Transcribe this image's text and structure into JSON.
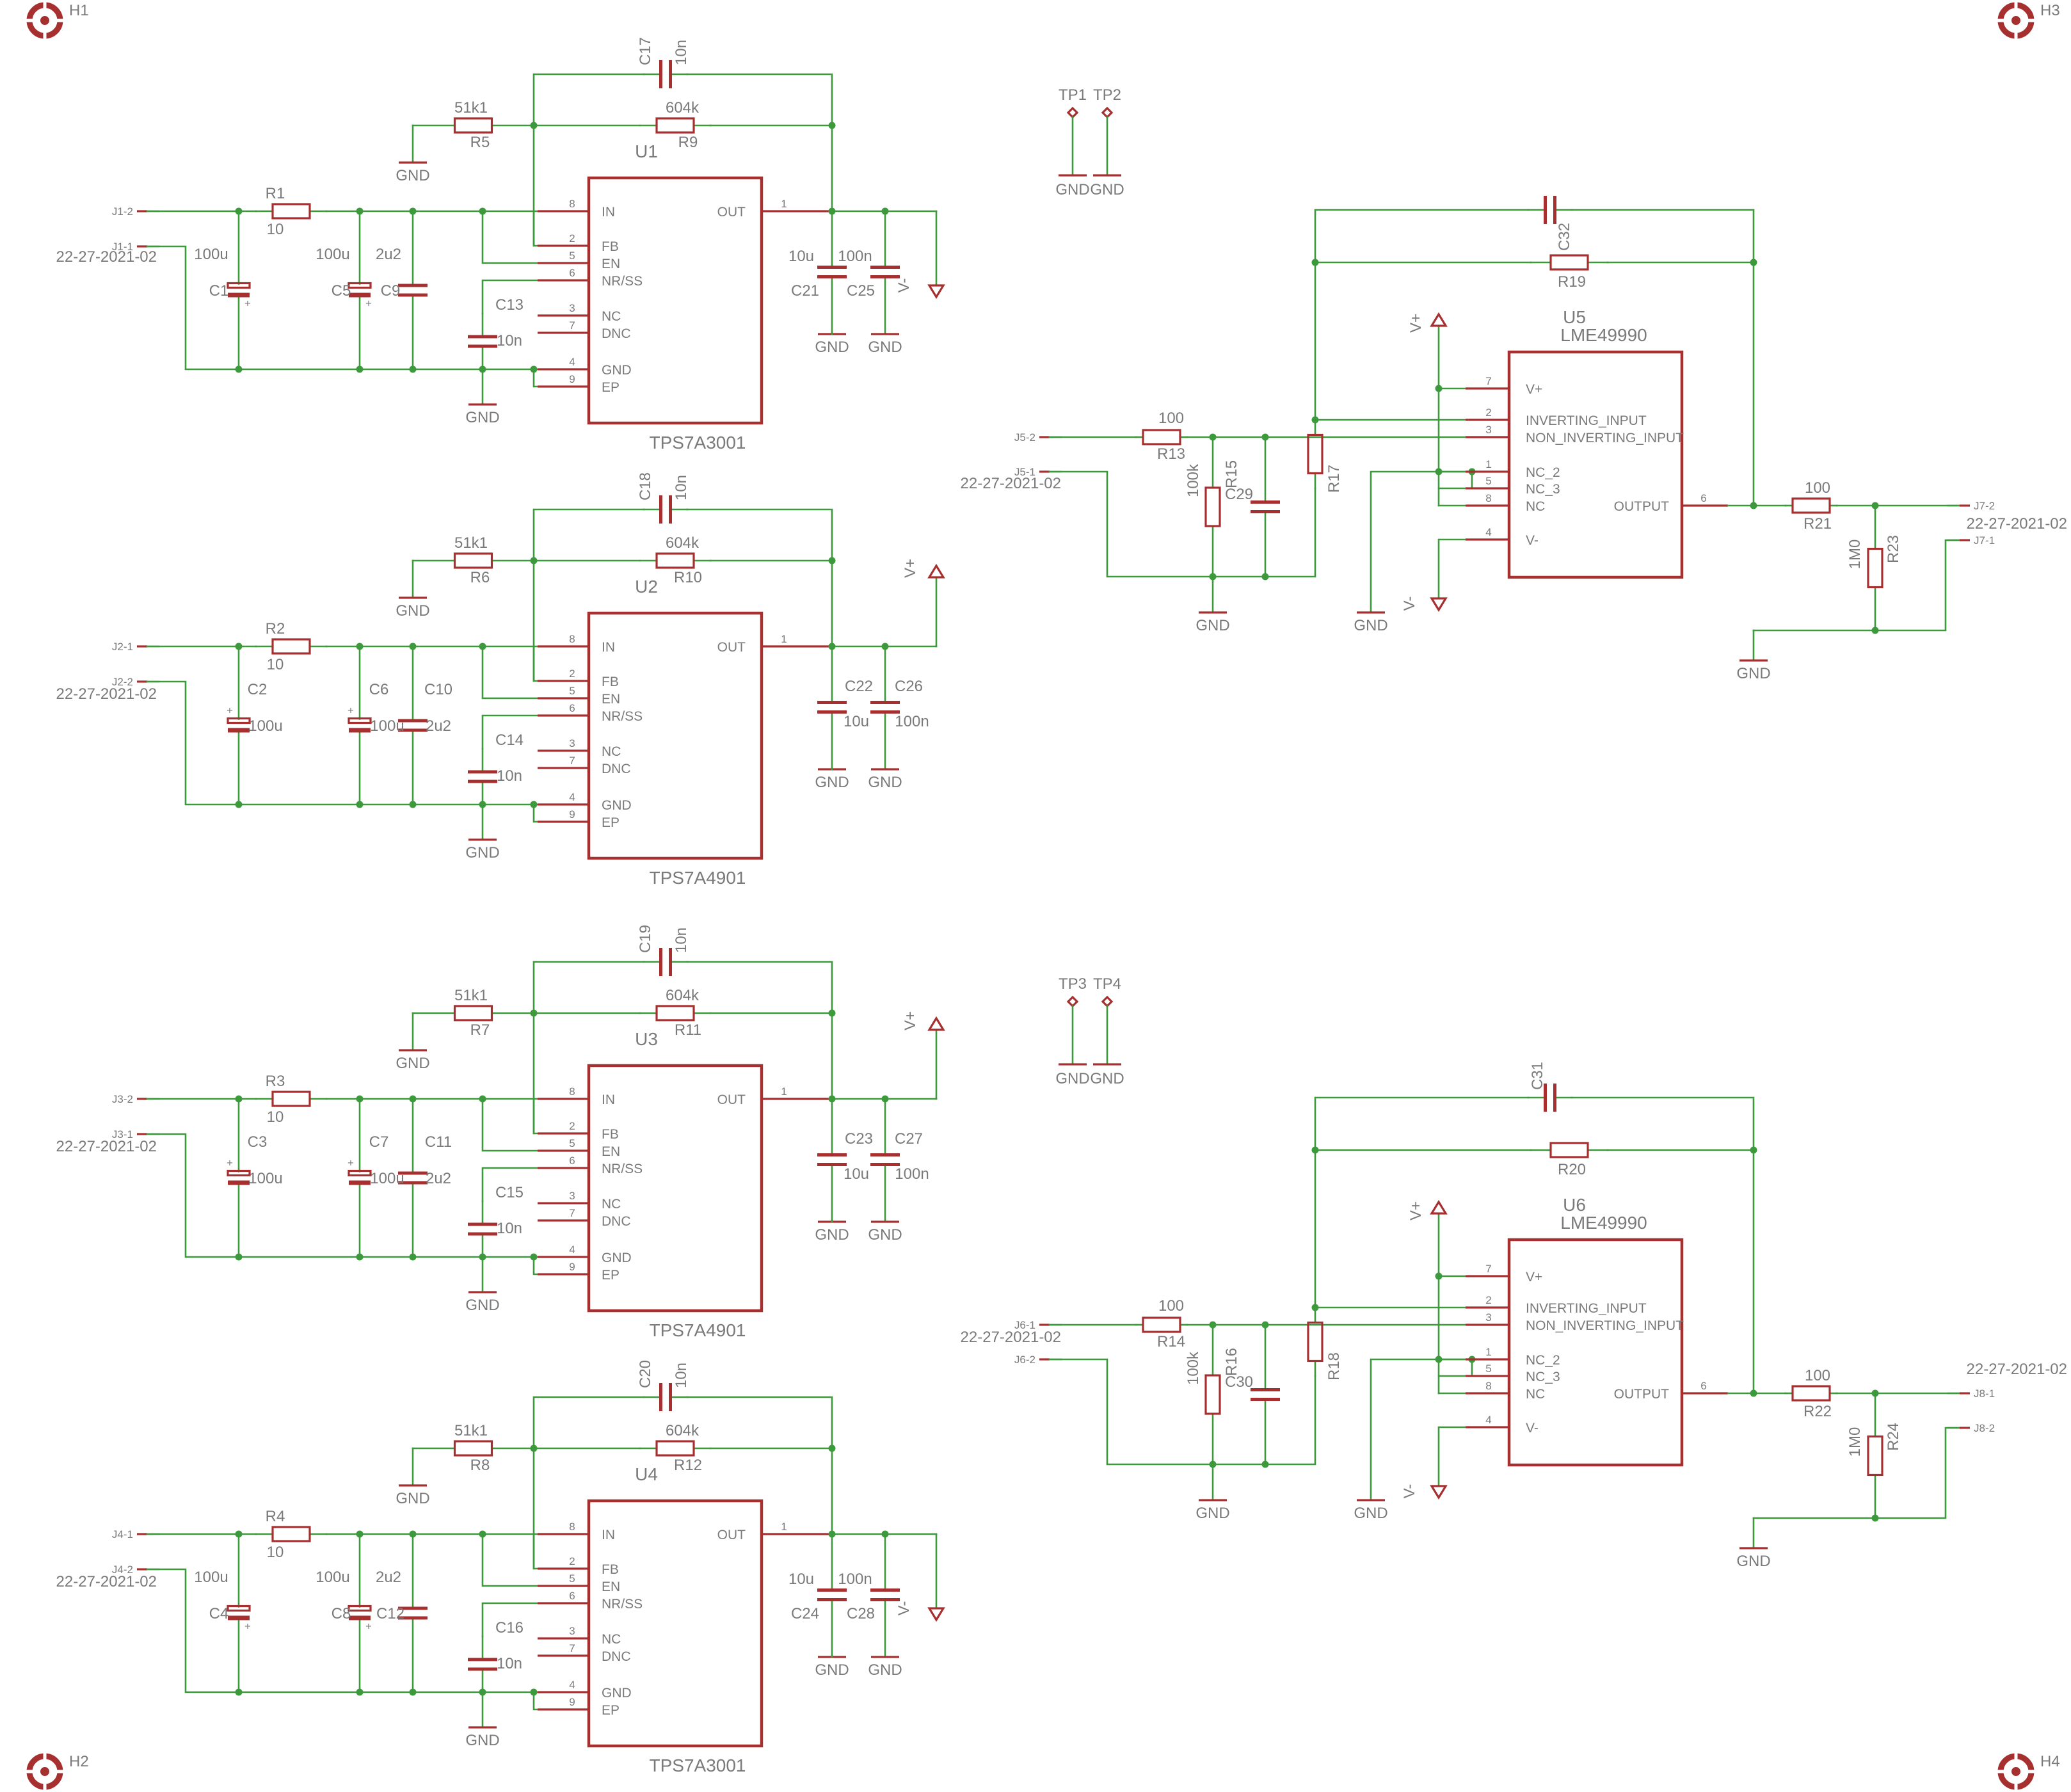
{
  "gnd": "GND",
  "vplus": "V+",
  "vminus": "V-",
  "connector_part": "22-27-2021-02",
  "holes": [
    "H1",
    "H2",
    "H3",
    "H4"
  ],
  "test_points": [
    "TP1",
    "TP2",
    "TP3",
    "TP4"
  ],
  "regulator_pins": [
    {
      "num": "8",
      "name": "IN"
    },
    {
      "num": "2",
      "name": "FB"
    },
    {
      "num": "5",
      "name": "EN"
    },
    {
      "num": "6",
      "name": "NR/SS"
    },
    {
      "num": "3",
      "name": "NC"
    },
    {
      "num": "7",
      "name": "DNC"
    },
    {
      "num": "4",
      "name": "GND"
    },
    {
      "num": "9",
      "name": "EP"
    }
  ],
  "regulator_out_pin": {
    "num": "1",
    "name": "OUT"
  },
  "regulators": [
    {
      "ref": "U1",
      "part": "TPS7A3001",
      "input_conn": "J1-2",
      "gnd_conn": "J1-1",
      "r_in": "R1",
      "r_in_val": "10",
      "c_in1": "C1",
      "c_in1_val": "100u",
      "c_in2": "C5",
      "c_in2_val": "100u",
      "c_in3": "C9",
      "c_in3_val": "2u2",
      "c_nr": "C13",
      "c_nr_val": "10n",
      "c_ff": "C17",
      "c_ff_val": "10n",
      "r_gnd": "R5",
      "r_gnd_val": "51k1",
      "r_fb": "R9",
      "r_fb_val": "604k",
      "c_out1": "C21",
      "c_out1_val": "10u",
      "c_out2": "C25",
      "c_out2_val": "100n",
      "rail": "V-"
    },
    {
      "ref": "U2",
      "part": "TPS7A4901",
      "input_conn": "J2-1",
      "gnd_conn": "J2-2",
      "r_in": "R2",
      "r_in_val": "10",
      "c_in1": "C2",
      "c_in1_val": "100u",
      "c_in2": "C6",
      "c_in2_val": "100u",
      "c_in3": "C10",
      "c_in3_val": "2u2",
      "c_nr": "C14",
      "c_nr_val": "10n",
      "c_ff": "C18",
      "c_ff_val": "10n",
      "r_gnd": "R6",
      "r_gnd_val": "51k1",
      "r_fb": "R10",
      "r_fb_val": "604k",
      "c_out1": "C22",
      "c_out1_val": "10u",
      "c_out2": "C26",
      "c_out2_val": "100n",
      "rail": "V+"
    },
    {
      "ref": "U3",
      "part": "TPS7A4901",
      "input_conn": "J3-2",
      "gnd_conn": "J3-1",
      "r_in": "R3",
      "r_in_val": "10",
      "c_in1": "C3",
      "c_in1_val": "100u",
      "c_in2": "C7",
      "c_in2_val": "100u",
      "c_in3": "C11",
      "c_in3_val": "2u2",
      "c_nr": "C15",
      "c_nr_val": "10n",
      "c_ff": "C19",
      "c_ff_val": "10n",
      "r_gnd": "R7",
      "r_gnd_val": "51k1",
      "r_fb": "R11",
      "r_fb_val": "604k",
      "c_out1": "C23",
      "c_out1_val": "10u",
      "c_out2": "C27",
      "c_out2_val": "100n",
      "rail": "V+"
    },
    {
      "ref": "U4",
      "part": "TPS7A3001",
      "input_conn": "J4-1",
      "gnd_conn": "J4-2",
      "r_in": "R4",
      "r_in_val": "10",
      "c_in1": "C4",
      "c_in1_val": "100u",
      "c_in2": "C8",
      "c_in2_val": "100u",
      "c_in3": "C12",
      "c_in3_val": "2u2",
      "c_nr": "C16",
      "c_nr_val": "10n",
      "c_ff": "C20",
      "c_ff_val": "10n",
      "r_gnd": "R8",
      "r_gnd_val": "51k1",
      "r_fb": "R12",
      "r_fb_val": "604k",
      "c_out1": "C24",
      "c_out1_val": "10u",
      "c_out2": "C28",
      "c_out2_val": "100n",
      "rail": "V-"
    }
  ],
  "opamp_pins_left": [
    {
      "num": "7",
      "name": "V+"
    },
    {
      "num": "2",
      "name": "INVERTING_INPUT"
    },
    {
      "num": "3",
      "name": "NON_INVERTING_INPUT"
    },
    {
      "num": "1",
      "name": "NC_2"
    },
    {
      "num": "5",
      "name": "NC_3"
    },
    {
      "num": "8",
      "name": "NC"
    },
    {
      "num": "4",
      "name": "V-"
    }
  ],
  "opamp_out_pin": {
    "num": "6",
    "name": "OUTPUT"
  },
  "amplifiers": [
    {
      "ref": "U5",
      "part": "LME49990",
      "in_conn": "J5-2",
      "gnd_conn": "J5-1",
      "r_in": "R13",
      "r_in_val": "100",
      "r_sh": "R15",
      "r_sh_val": "100k",
      "c_sh": "C29",
      "r_b": "R17",
      "c_fb": "C32",
      "r_fb": "R19",
      "r_out": "R21",
      "r_out_val": "100",
      "r_load": "R23",
      "r_load_val": "1M0",
      "out_conn": "J7-2",
      "out_gnd_conn": "J7-1"
    },
    {
      "ref": "U6",
      "part": "LME49990",
      "in_conn": "J6-1",
      "gnd_conn": "J6-2",
      "r_in": "R14",
      "r_in_val": "100",
      "r_sh": "R16",
      "r_sh_val": "100k",
      "c_sh": "C30",
      "r_b": "R18",
      "c_fb": "C31",
      "r_fb": "R20",
      "r_out": "R22",
      "r_out_val": "100",
      "r_load": "R24",
      "r_load_val": "1M0",
      "out_conn": "J8-1",
      "out_gnd_conn": "J8-2"
    }
  ]
}
